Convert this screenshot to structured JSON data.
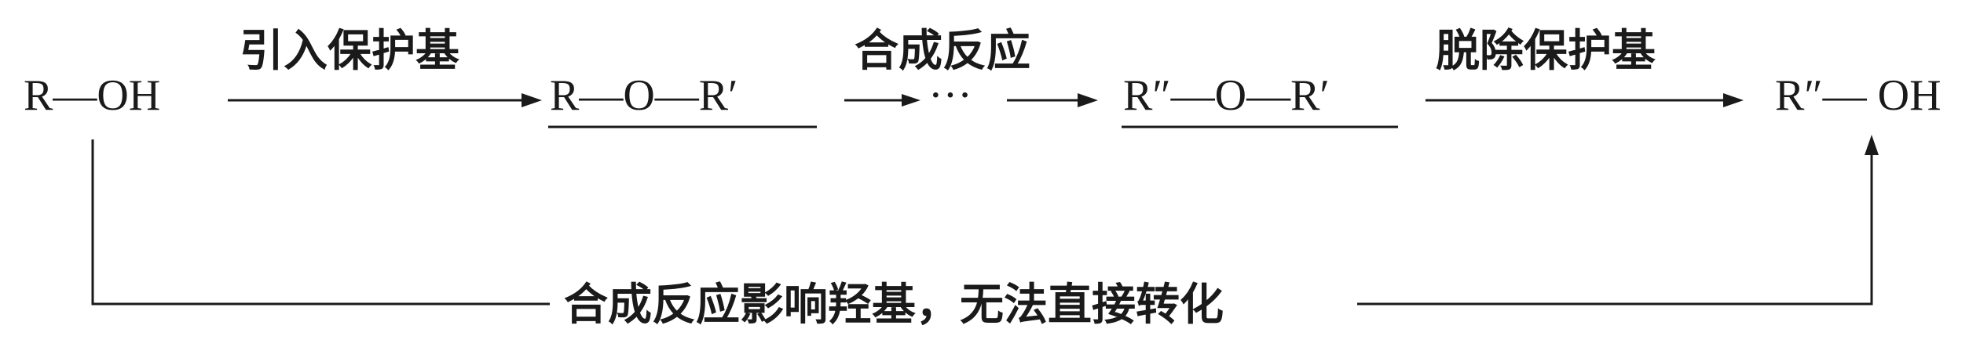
{
  "scheme": {
    "start": "R—OH",
    "protected": "R—O—R′",
    "ellipsis": "···",
    "intermediate": "R″—O—R′",
    "product": "R″— OH",
    "step_protect": "引入保护基",
    "step_synthesis": "合成反应",
    "step_deprotect": "脱除保护基",
    "bypass_note": "合成反应影响羟基，无法直接转化"
  }
}
